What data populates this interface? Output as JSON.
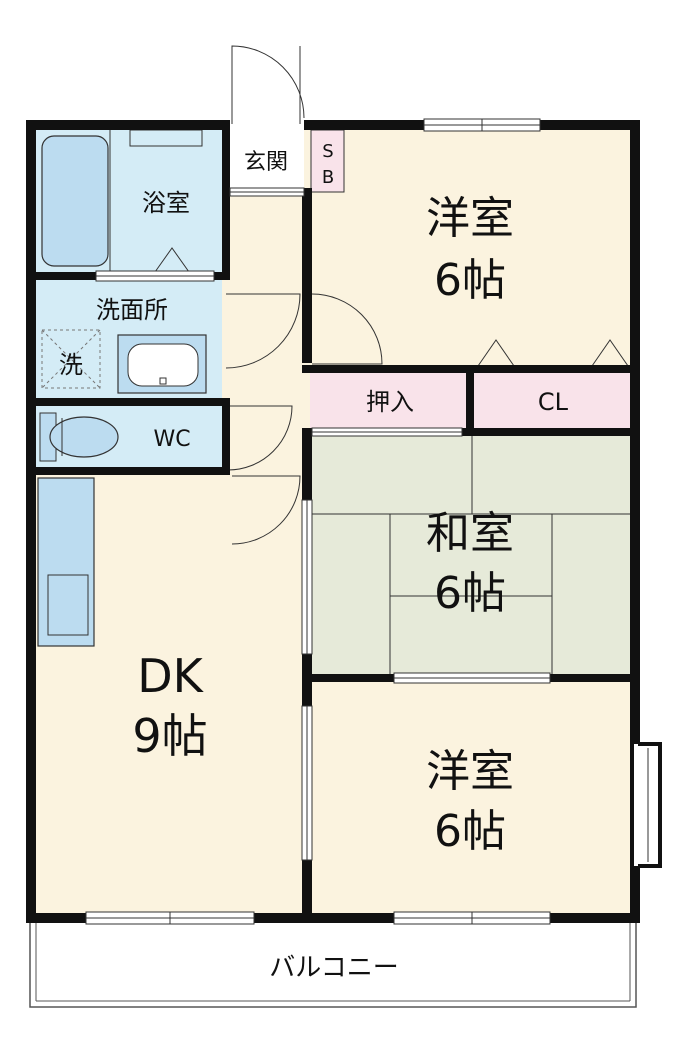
{
  "rooms": {
    "bath": {
      "name": "浴室"
    },
    "entrance": {
      "name": "玄関"
    },
    "shoebox": {
      "line1": "S",
      "line2": "B"
    },
    "western_north": {
      "name": "洋室",
      "size": "6帖"
    },
    "washroom": {
      "name": "洗面所",
      "washer": "洗"
    },
    "wc": {
      "name": "WC"
    },
    "closet_oshiire": {
      "name": "押入"
    },
    "closet_cl": {
      "name": "CL"
    },
    "japanese": {
      "name": "和室",
      "size": "6帖"
    },
    "dk": {
      "name": "DK",
      "size": "9帖"
    },
    "western_south": {
      "name": "洋室",
      "size": "6帖"
    },
    "balcony": {
      "name": "バルコニー"
    }
  },
  "colors": {
    "wall": "#111111",
    "wet_area": "#d4ecf6",
    "living_floor": "#fbf3df",
    "tatami": "#e6ead9",
    "storage": "#f9e3ea",
    "fixture": "#bcdcf0"
  }
}
